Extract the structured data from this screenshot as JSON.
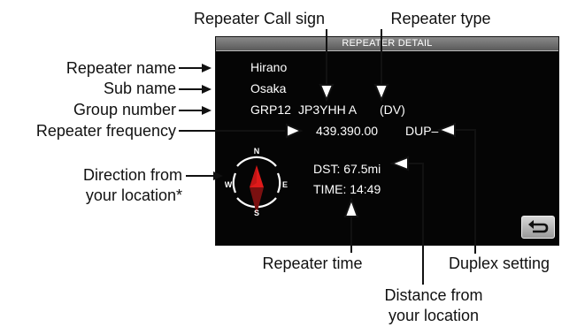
{
  "screen": {
    "title": "REPEATER DETAIL",
    "name": "Hirano",
    "sub_name": "Osaka",
    "group": "GRP12",
    "call_sign": "JP3YHH A",
    "type": "(DV)",
    "frequency": "439.390.00",
    "duplex": "DUP–",
    "distance": "DST: 67.5mi",
    "time": "TIME: 14:49",
    "compass": {
      "n": "N",
      "e": "E",
      "s": "S",
      "w": "W"
    }
  },
  "labels": {
    "repeater_name": "Repeater name",
    "sub_name": "Sub name",
    "group_number": "Group number",
    "repeater_frequency": "Repeater frequency",
    "direction_line1": "Direction from",
    "direction_line2": "your location*",
    "call_sign": "Repeater Call sign",
    "repeater_type": "Repeater type",
    "repeater_time": "Repeater time",
    "duplex_setting": "Duplex setting",
    "distance_line1": "Distance from",
    "distance_line2": "your location"
  },
  "colors": {
    "screen_bg": "#050505",
    "needle_north": "#e01a1a",
    "needle_south": "#7a1010"
  }
}
